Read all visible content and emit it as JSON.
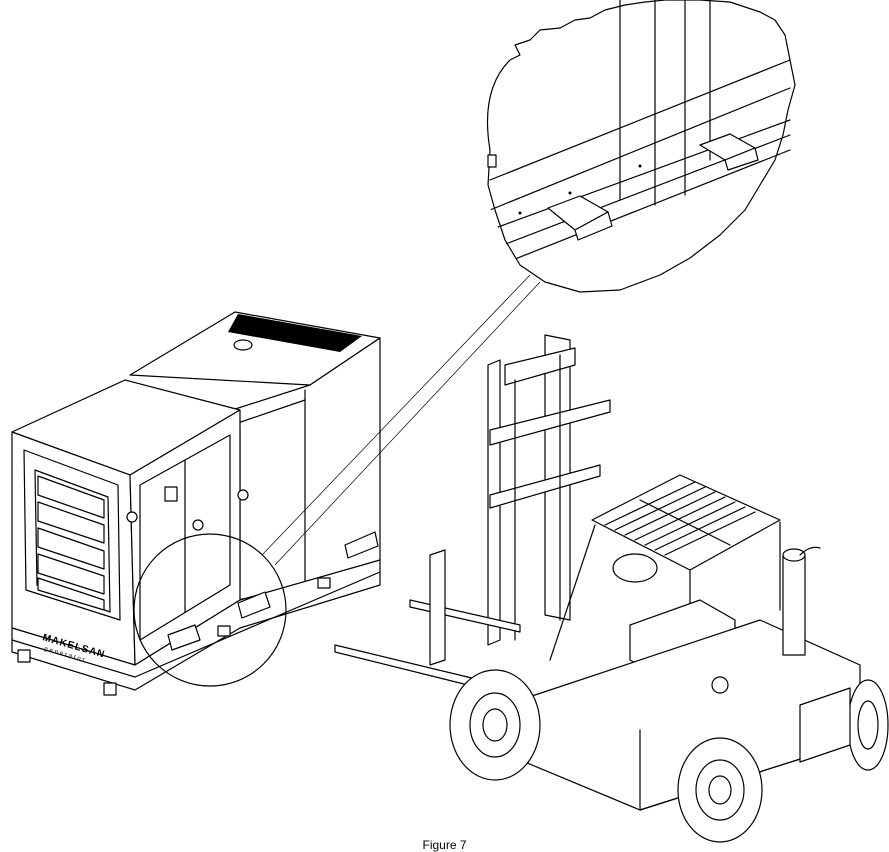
{
  "brand": {
    "name": "MAKELSAN",
    "subtitle": "generator"
  },
  "caption": "Figure 7"
}
